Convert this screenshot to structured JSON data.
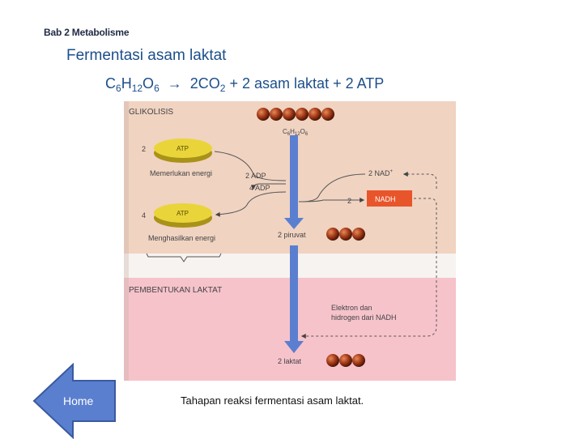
{
  "header": {
    "chapter": "Bab 2 Metabolisme",
    "title": "Fermentasi asam laktat"
  },
  "equation": {
    "glucose_c": "C",
    "glucose_c_sub": "6",
    "glucose_h": "H",
    "glucose_h_sub": "12",
    "glucose_o": "O",
    "glucose_o_sub": "6",
    "arrow": "→",
    "co2": "2CO",
    "co2_sub": "2",
    "rest": "+ 2 asam laktat + 2 ATP"
  },
  "diagram": {
    "section_glycolysis": "GLIKOLISIS",
    "glucose_c": "C",
    "glucose_c_sub": "6",
    "glucose_h": "H",
    "glucose_h_sub": "12",
    "glucose_o": "O",
    "glucose_o_sub": "6",
    "atp_in_count": "2",
    "atp_label": "ATP",
    "needs_energy": "Memerlukan energi",
    "adp_2": "2 ADP",
    "adp_4": "4 ADP",
    "nad_plus": "2 NAD",
    "nad_plus_sup": "+",
    "nadh_count": "2",
    "nadh_label": "NADH",
    "atp_out_count": "4",
    "produces_energy": "Menghasilkan energi",
    "pyruvate": "2 piruvat",
    "section_lactate": "PEMBENTUKAN LAKTAT",
    "electron_line1": "Elektron dan",
    "electron_line2": "hidrogen dari NADH",
    "lactate": "2 laktat",
    "colors": {
      "glycolysis_bg": "#f0d3c1",
      "lactate_bg": "#f6c3cb",
      "flow_arrow": "#5b7fd0",
      "atp_coin": "#e9d53a",
      "nadh_box": "#e8552b",
      "molecule": "#8a2f12"
    }
  },
  "caption": "Tahapan reaksi fermentasi asam laktat.",
  "nav": {
    "home_label": "Home"
  }
}
